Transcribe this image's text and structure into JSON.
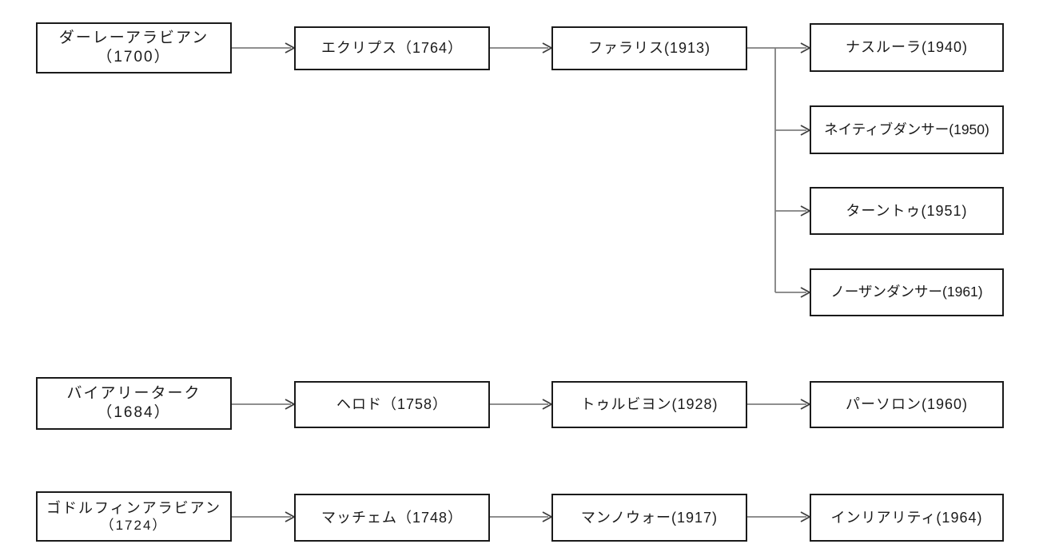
{
  "diagram_title": "thoroughbred-foundation-sire-lines",
  "colors": {
    "background": "#ffffff",
    "box_border": "#1a1a1a",
    "connector_line": "#7f7f7f",
    "arrowhead": "#3f3f3f",
    "text": "#1a1a1a"
  },
  "chains": {
    "darley_line": {
      "root": {
        "line1": "ダーレーアラビアン",
        "line2": "（1700）"
      },
      "gen2": {
        "line1": "エクリプス（1764）"
      },
      "gen3": {
        "line1": "ファラリス(1913)"
      },
      "branch1": {
        "line1": "ナスルーラ(1940)"
      },
      "branch2": {
        "line1": "ネイティブダンサー(1950)"
      },
      "branch3": {
        "line1": "ターントゥ(1951)"
      },
      "branch4": {
        "line1": "ノーザンダンサー(1961)"
      }
    },
    "byerley_line": {
      "root": {
        "line1": "バイアリーターク",
        "line2": "（1684）"
      },
      "gen2": {
        "line1": "ヘロド（1758）"
      },
      "gen3": {
        "line1": "トゥルビヨン(1928)"
      },
      "gen4": {
        "line1": "パーソロン(1960)"
      }
    },
    "godolphin_line": {
      "root": {
        "line1": "ゴドルフィンアラビアン",
        "line2": "（1724）"
      },
      "gen2": {
        "line1": "マッチェム（1748）"
      },
      "gen3": {
        "line1": "マンノウォー(1917)"
      },
      "gen4": {
        "line1": "インリアリティ(1964)"
      }
    }
  }
}
